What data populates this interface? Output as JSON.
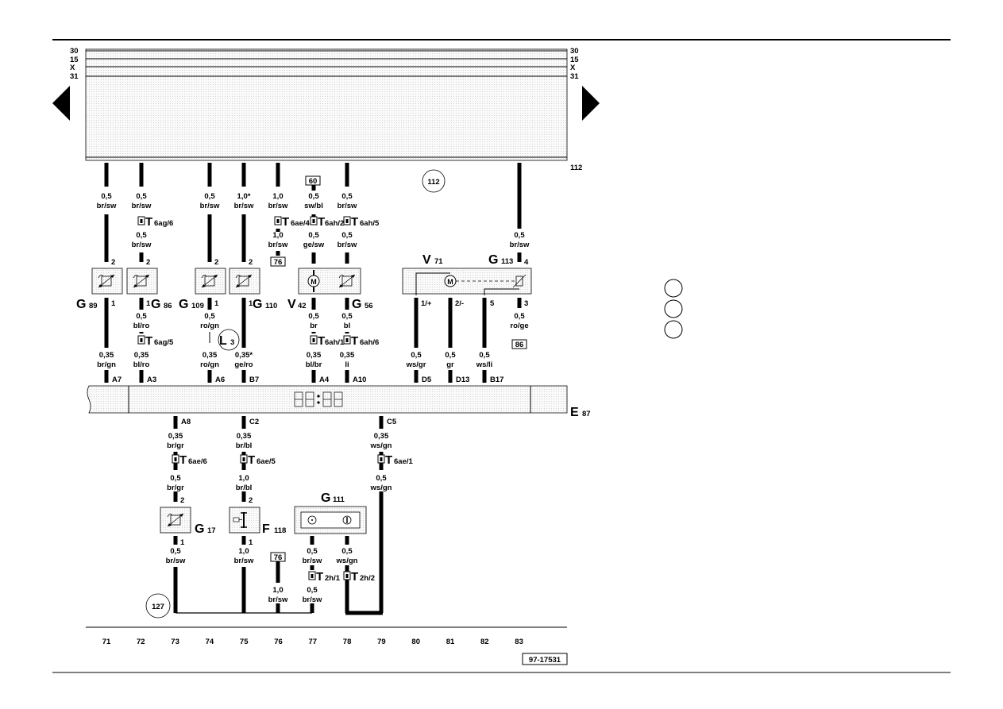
{
  "rails": [
    "30",
    "15",
    "X",
    "31"
  ],
  "bus_label": "112",
  "columns": [
    "71",
    "72",
    "73",
    "74",
    "75",
    "76",
    "77",
    "78",
    "79",
    "80",
    "81",
    "82",
    "83"
  ],
  "drawing_id": "97-17531",
  "circles": {
    "c112": "112",
    "c127": "127"
  },
  "boxes": {
    "b60": "60",
    "b76a": "76",
    "b76b": "76",
    "b86": "86"
  },
  "wires_top": [
    {
      "size": "0,5",
      "color": "br/sw"
    },
    {
      "size": "0,5",
      "color": "br/sw"
    },
    {
      "size": "0,5",
      "color": "br/sw"
    },
    {
      "size": "1,0*",
      "color": "br/sw"
    },
    {
      "size": "1,0",
      "color": "br/sw"
    },
    {
      "size": "0,5",
      "color": "sw/bl"
    },
    {
      "size": "0,5",
      "color": "br/sw"
    },
    {
      "size": "0,5",
      "color": "br/sw"
    }
  ],
  "wires_mid": [
    {
      "size": "0,5",
      "color": "br/sw"
    },
    {
      "size": "1,0",
      "color": "br/sw"
    },
    {
      "size": "0,5",
      "color": "ge/sw"
    },
    {
      "size": "0,5",
      "color": "br/sw"
    }
  ],
  "wires_low": [
    {
      "size": "0,5",
      "color": "bl/ro"
    },
    {
      "size": "0,5",
      "color": "ro/gn"
    },
    {
      "size": "0,5",
      "color": "br"
    },
    {
      "size": "0,5",
      "color": "bl"
    },
    {
      "size": "0,5",
      "color": "ws/gr"
    },
    {
      "size": "0,5",
      "color": "gr"
    },
    {
      "size": "0,5",
      "color": "ws/li"
    },
    {
      "size": "0,5",
      "color": "ro/ge"
    }
  ],
  "wires_e87": [
    {
      "size": "0,35",
      "color": "br/gn",
      "pin": "A7"
    },
    {
      "size": "0,35",
      "color": "bl/ro",
      "pin": "A3"
    },
    {
      "size": "0,35",
      "color": "ro/gn",
      "pin": "A6"
    },
    {
      "size": "0,35*",
      "color": "ge/ro",
      "pin": "B7"
    },
    {
      "size": "0,35",
      "color": "bl/br",
      "pin": "A4"
    },
    {
      "size": "0,35",
      "color": "li",
      "pin": "A10"
    },
    {
      "pin": "D5"
    },
    {
      "pin": "D13"
    },
    {
      "pin": "B17"
    }
  ],
  "wires_bottom": [
    {
      "size": "0,35",
      "color": "br/gr",
      "pin": "A8"
    },
    {
      "size": "0,35",
      "color": "br/bl",
      "pin": "C2"
    },
    {
      "size": "0,35",
      "color": "ws/gn",
      "pin": "C5"
    },
    {
      "size": "0,5",
      "color": "br/gr"
    },
    {
      "size": "1,0",
      "color": "br/bl"
    },
    {
      "size": "0,5",
      "color": "ws/gn"
    },
    {
      "size": "0,5",
      "color": "br/sw"
    },
    {
      "size": "1,0",
      "color": "br/sw"
    },
    {
      "size": "0,5",
      "color": "br/sw"
    },
    {
      "size": "0,5",
      "color": "ws/gn"
    },
    {
      "size": "1,0",
      "color": "br/sw"
    },
    {
      "size": "0,5",
      "color": "br/sw"
    }
  ],
  "connectors": {
    "t6ag6": "6ag/6",
    "t6ae4": "6ae/4",
    "t6ah2": "6ah/2",
    "t6ah5": "6ah/5",
    "t6ag5": "6ag/5",
    "t6ah1": "6ah/1",
    "t6ah6": "6ah/6",
    "t6ae6": "6ae/6",
    "t6ae5": "6ae/5",
    "t6ae1": "6ae/1",
    "t2h1": "2h/1",
    "t2h2": "2h/2",
    "letter": "T"
  },
  "pins": {
    "p2": "2",
    "p1": "1",
    "p4": "4",
    "p3": "3",
    "p5": "5",
    "p1p": "1/+",
    "p2m": "2/-"
  },
  "components": {
    "G89": {
      "main": "G",
      "sub": "89"
    },
    "G86": {
      "main": "G",
      "sub": "86"
    },
    "G109": {
      "main": "G",
      "sub": "109"
    },
    "G110": {
      "main": "G",
      "sub": "110"
    },
    "V42": {
      "main": "V",
      "sub": "42"
    },
    "G56": {
      "main": "G",
      "sub": "56"
    },
    "V71": {
      "main": "V",
      "sub": "71"
    },
    "G113": {
      "main": "G",
      "sub": "113"
    },
    "E87": {
      "main": "E",
      "sub": "87"
    },
    "G111": {
      "main": "G",
      "sub": "111"
    },
    "G17": {
      "main": "G",
      "sub": "17"
    },
    "F118": {
      "main": "F",
      "sub": "118"
    },
    "L3": {
      "main": "L",
      "sub": "3"
    }
  },
  "motor_glyph": "M"
}
